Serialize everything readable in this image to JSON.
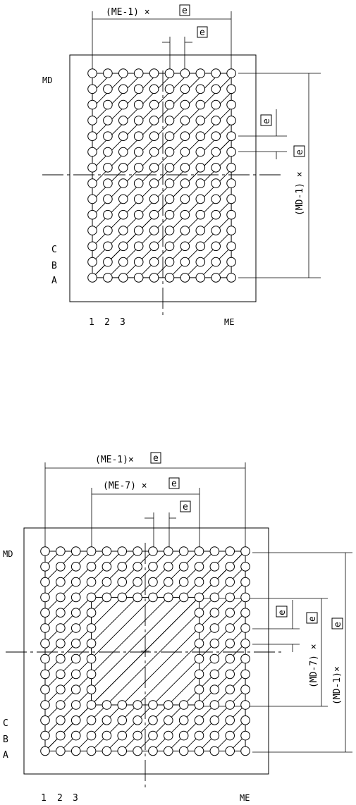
{
  "figure1": {
    "dim_top": "(ME-1) ×",
    "dim_top_box": "e",
    "pitch_box": "e",
    "side_pitch_box": "e",
    "dim_right": "(MD-1) ×",
    "dim_right_box": "e",
    "row_top": "MD",
    "row_c": "C",
    "row_b": "B",
    "row_a": "A",
    "col_1": "1",
    "col_2": "2",
    "col_3": "3",
    "col_last": "ME",
    "rows": 14,
    "cols": 10
  },
  "figure2": {
    "dim_top_outer": "(ME-1)×",
    "dim_top_outer_box": "e",
    "dim_top_inner": "(ME-7) ×",
    "dim_top_inner_box": "e",
    "pitch_box": "e",
    "side_pitch_box": "e",
    "dim_right_inner": "(MD-7) ×",
    "dim_right_inner_box": "e",
    "dim_right_outer": "(MD-1)×",
    "dim_right_outer_box": "e",
    "row_top": "MD",
    "row_c": "C",
    "row_b": "B",
    "row_a": "A",
    "col_1": "1",
    "col_2": "2",
    "col_3": "3",
    "col_last": "ME",
    "rows": 14,
    "cols": 14
  }
}
